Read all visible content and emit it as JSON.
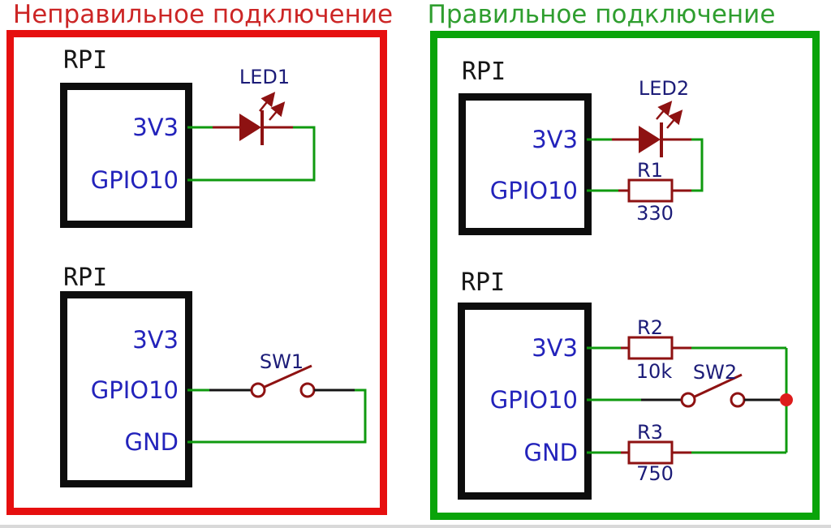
{
  "colors": {
    "wrong_title": "#cc2626",
    "wrong_border": "#e60f0f",
    "correct_title": "#2f9e2f",
    "correct_border": "#0aa40a",
    "wire_green": "#0f9a0f",
    "wire_black": "#141414",
    "component_red": "#8e1212",
    "junction_red": "#dd1c1c",
    "pin_label_blue": "#2323bb",
    "component_label_navy": "#1c1c78",
    "chip_black": "#0d0d0d",
    "background": "#ffffff"
  },
  "wrong_panel": {
    "title": "Неправильное подключение",
    "led_circuit": {
      "chip_label": "RPI",
      "pins": {
        "p1": "3V3",
        "p2": "GPIO10"
      },
      "led_label": "LED1"
    },
    "switch_circuit": {
      "chip_label": "RPI",
      "pins": {
        "p1": "3V3",
        "p2": "GPIO10",
        "p3": "GND"
      },
      "switch_label": "SW1"
    }
  },
  "correct_panel": {
    "title": "Правильное подключение",
    "led_circuit": {
      "chip_label": "RPI",
      "pins": {
        "p1": "3V3",
        "p2": "GPIO10"
      },
      "led_label": "LED2",
      "resistor": {
        "label": "R1",
        "value": "330"
      }
    },
    "switch_circuit": {
      "chip_label": "RPI",
      "pins": {
        "p1": "3V3",
        "p2": "GPIO10",
        "p3": "GND"
      },
      "switch_label": "SW2",
      "pullup_resistor": {
        "label": "R2",
        "value": "10k"
      },
      "series_resistor": {
        "label": "R3",
        "value": "750"
      }
    }
  }
}
